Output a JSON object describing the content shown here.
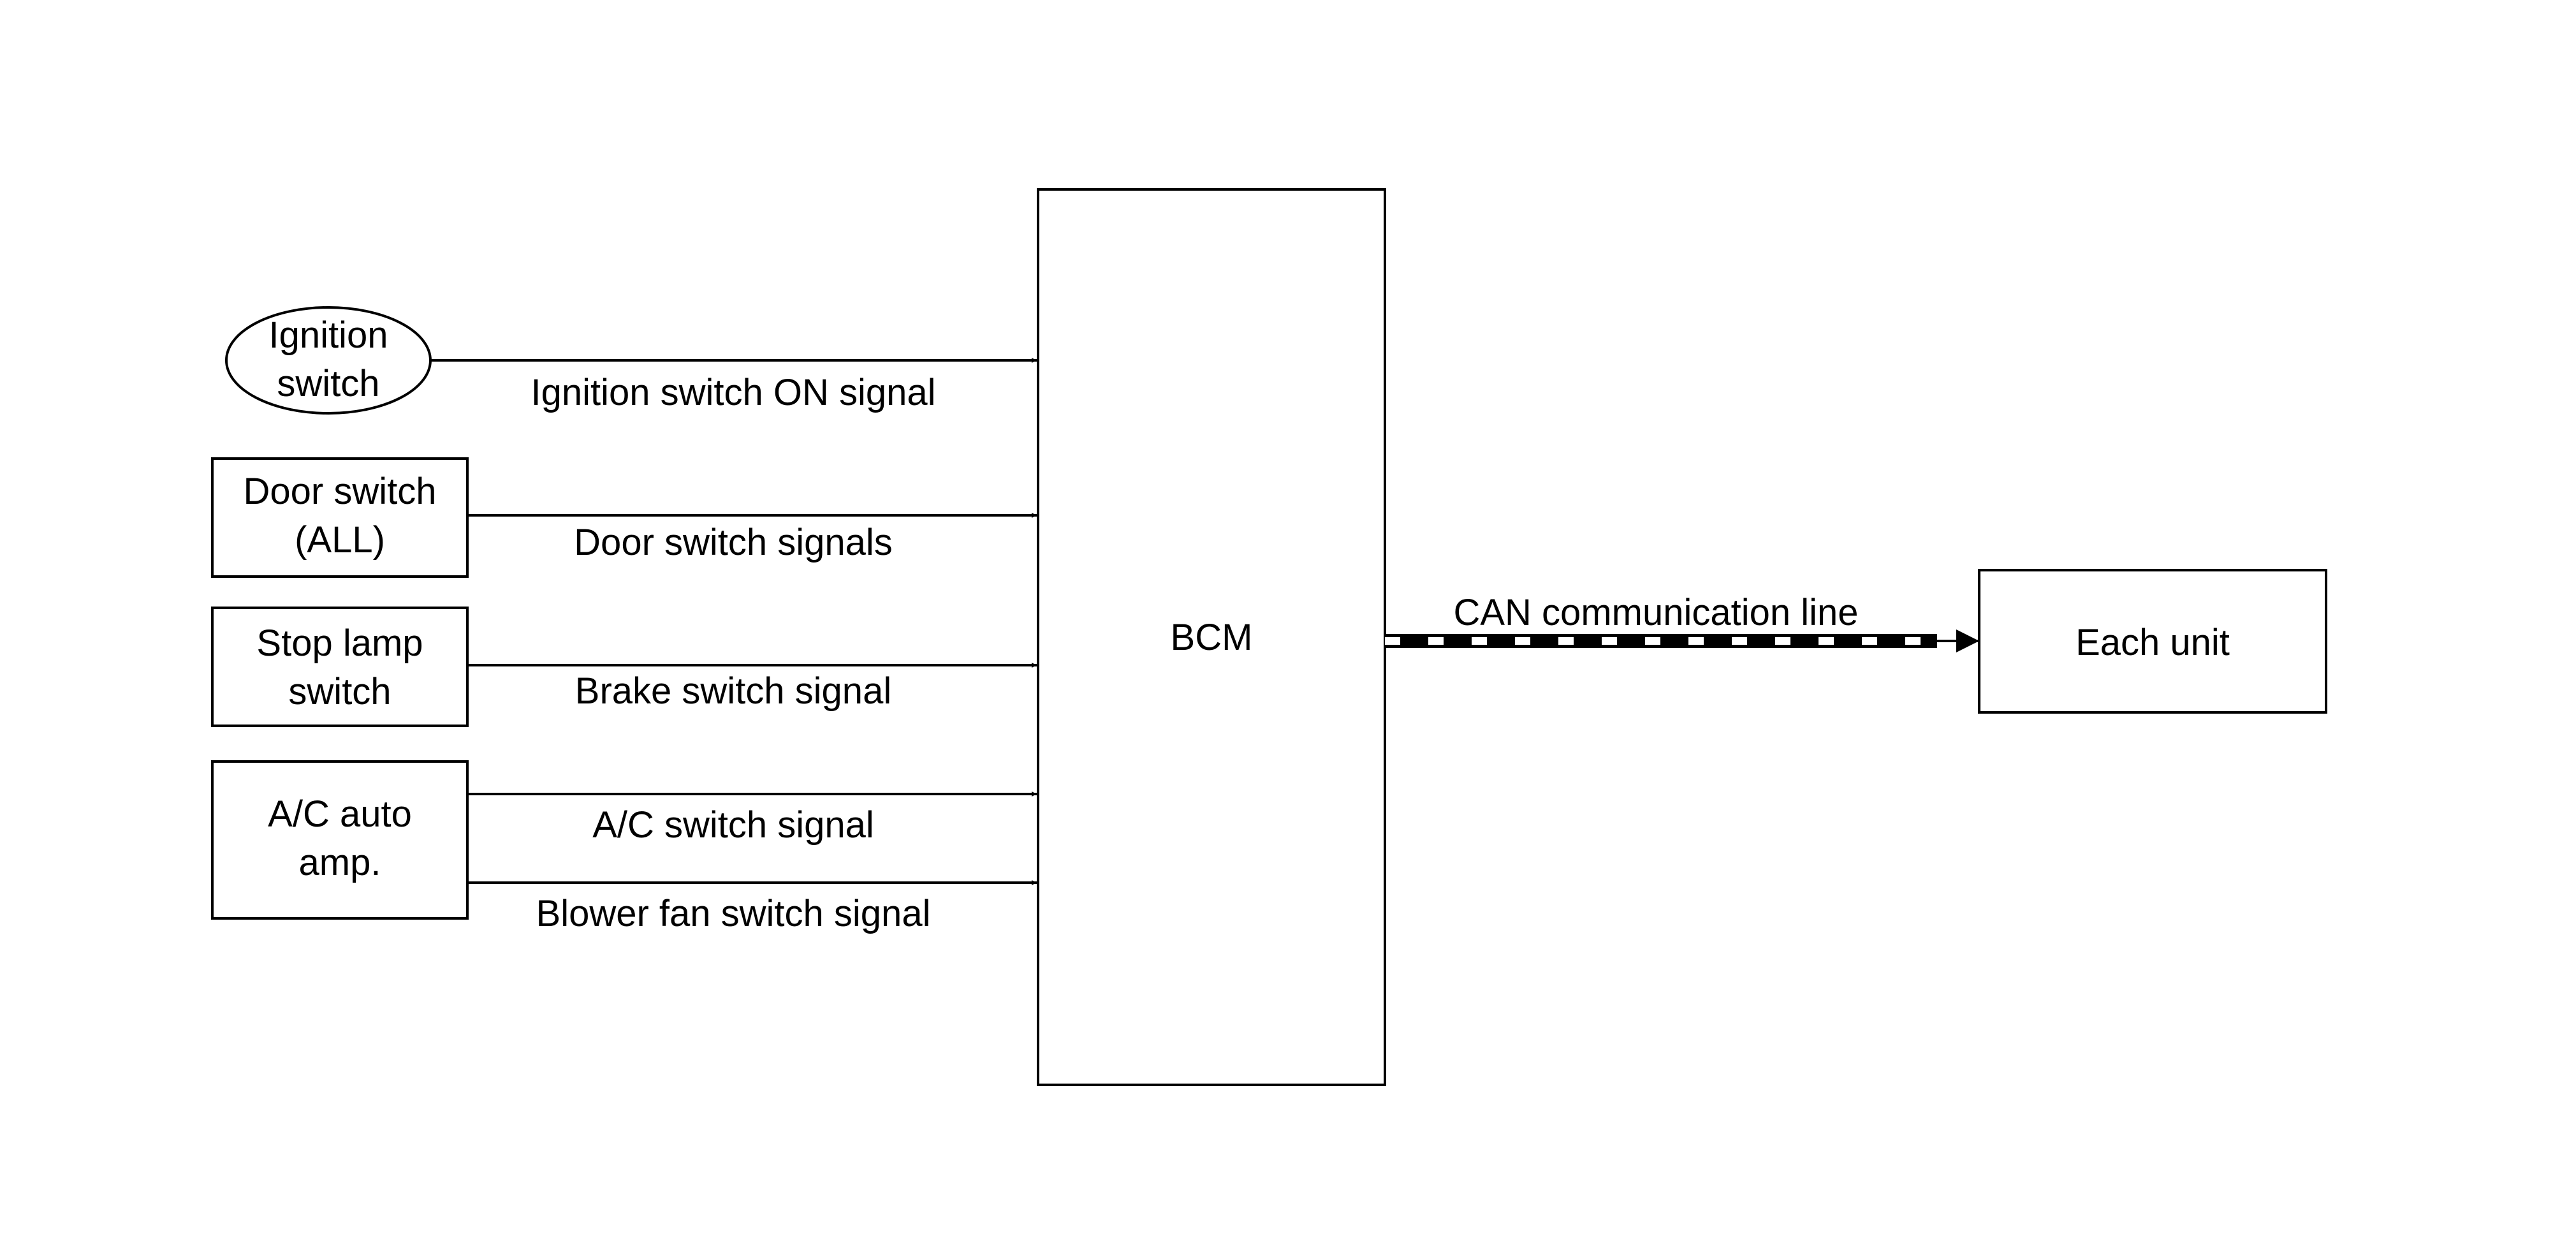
{
  "inputs": {
    "ignition": {
      "line1": "Ignition",
      "line2": "switch",
      "signal": "Ignition switch ON signal"
    },
    "door": {
      "line1": "Door switch",
      "line2": "(ALL)",
      "signal": "Door switch signals"
    },
    "stop_lamp": {
      "line1": "Stop lamp",
      "line2": "switch",
      "signal": "Brake switch signal"
    },
    "ac_amp": {
      "line1": "A/C auto",
      "line2": "amp.",
      "signal1": "A/C switch signal",
      "signal2": "Blower fan switch signal"
    }
  },
  "bcm": {
    "label": "BCM"
  },
  "can_line": {
    "label": "CAN communication line"
  },
  "output": {
    "label": "Each unit"
  }
}
